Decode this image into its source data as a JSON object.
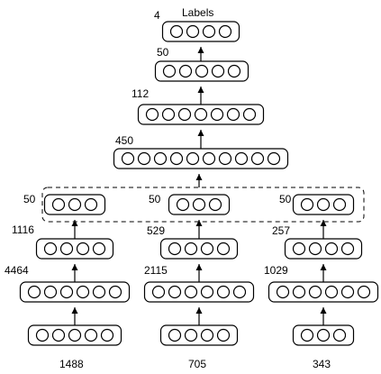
{
  "top": {
    "label": "Labels",
    "count": "4"
  },
  "top_layers": [
    {
      "count": "50"
    },
    {
      "count": "112"
    },
    {
      "count": "450"
    }
  ],
  "branches": [
    {
      "merge_count": "50",
      "hidden2_count": "1116",
      "hidden1_count": "4464",
      "input_count": "1488"
    },
    {
      "merge_count": "50",
      "hidden2_count": "529",
      "hidden1_count": "2115",
      "input_count": "705"
    },
    {
      "merge_count": "50",
      "hidden2_count": "257",
      "hidden1_count": "1029",
      "input_count": "343"
    }
  ]
}
